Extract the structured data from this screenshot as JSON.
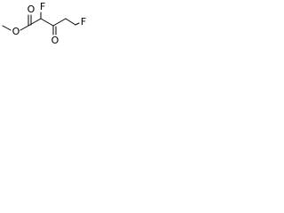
{
  "molecule": {
    "atoms": {
      "ester_carbonyl_oxygen": "O",
      "ester_ether_oxygen": "O",
      "alpha_fluorine": "F",
      "ketone_oxygen": "O",
      "terminal_fluorine": "F"
    },
    "colors": {
      "bond": "#000000",
      "label": "#000000",
      "background": "#ffffff"
    }
  }
}
